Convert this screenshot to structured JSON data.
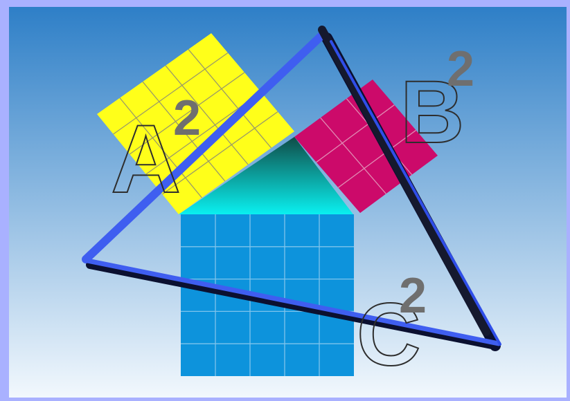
{
  "labels": {
    "a_letter": "A",
    "a_exponent": "2",
    "b_letter": "B",
    "b_exponent": "2",
    "c_letter": "C",
    "c_exponent": "2"
  },
  "colors": {
    "frame": "#a9b1ff",
    "sky_top": "#2e7fc7",
    "sky_bottom": "#f2f8fd",
    "square_a": "#ffff1a",
    "square_b": "#cc0a6a",
    "square_c": "#0d93dc",
    "triangle_top": "#0f4c47",
    "triangle_bottom": "#0af0f0",
    "frame_line_light": "#3f5ef0",
    "frame_line_dark": "#0b1030",
    "letter_stroke": "#2e2e2e",
    "exponent_fill": "#6f6f6f"
  },
  "grid": {
    "square_a_cells": 5,
    "square_b_cells": 3,
    "square_c_cells": 5
  }
}
